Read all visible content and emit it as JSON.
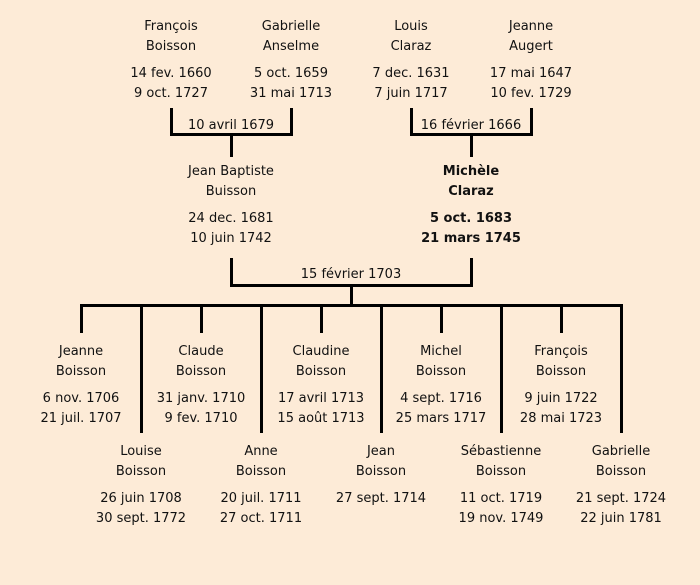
{
  "title": "Arbre généalogique Boisson / Claraz",
  "grandparents": [
    {
      "first": "François",
      "last": "Boisson",
      "birth": "14 fev. 1660",
      "death": "9 oct. 1727"
    },
    {
      "first": "Gabrielle",
      "last": "Anselme",
      "birth": "5 oct. 1659",
      "death": "31 mai 1713"
    },
    {
      "first": "Louis",
      "last": "Claraz",
      "birth": "7 dec. 1631",
      "death": "7 juin 1717"
    },
    {
      "first": "Jeanne",
      "last": "Augert",
      "birth": "17 mai 1647",
      "death": "10 fev. 1729"
    }
  ],
  "grandparent_marriages": [
    "10 avril 1679",
    "16 février 1666"
  ],
  "parents": [
    {
      "first": "Jean Baptiste",
      "last": "Buisson",
      "birth": "24 dec. 1681",
      "death": "10 juin 1742",
      "highlight": false
    },
    {
      "first": "Michèle",
      "last": "Claraz",
      "birth": "5 oct. 1683",
      "death": "21 mars 1745",
      "highlight": true
    }
  ],
  "parent_marriage": "15 février 1703",
  "children": [
    {
      "first": "Jeanne",
      "last": "Boisson",
      "birth": "6 nov. 1706",
      "death": "21 juil. 1707"
    },
    {
      "first": "Louise",
      "last": "Boisson",
      "birth": "26 juin 1708",
      "death": "30 sept. 1772"
    },
    {
      "first": "Claude",
      "last": "Boisson",
      "birth": "31 janv. 1710",
      "death": "9 fev. 1710"
    },
    {
      "first": "Anne",
      "last": "Boisson",
      "birth": "20 juil. 1711",
      "death": "27 oct. 1711"
    },
    {
      "first": "Claudine",
      "last": "Boisson",
      "birth": "17 avril 1713",
      "death": "15 août 1713"
    },
    {
      "first": "Jean",
      "last": "Boisson",
      "birth": "27 sept. 1714",
      "death": ""
    },
    {
      "first": "Michel",
      "last": "Boisson",
      "birth": "4 sept. 1716",
      "death": "25 mars 1717"
    },
    {
      "first": "Sébastienne",
      "last": "Boisson",
      "birth": "11 oct. 1719",
      "death": "19 nov. 1749"
    },
    {
      "first": "François",
      "last": "Boisson",
      "birth": "9 juin 1722",
      "death": "28 mai 1723"
    },
    {
      "first": "Gabrielle",
      "last": "Boisson",
      "birth": "21 sept. 1724",
      "death": "22 juin 1781"
    }
  ],
  "colors": {
    "background": "#fdebd7",
    "lines": "#000000",
    "text": "#111111"
  }
}
